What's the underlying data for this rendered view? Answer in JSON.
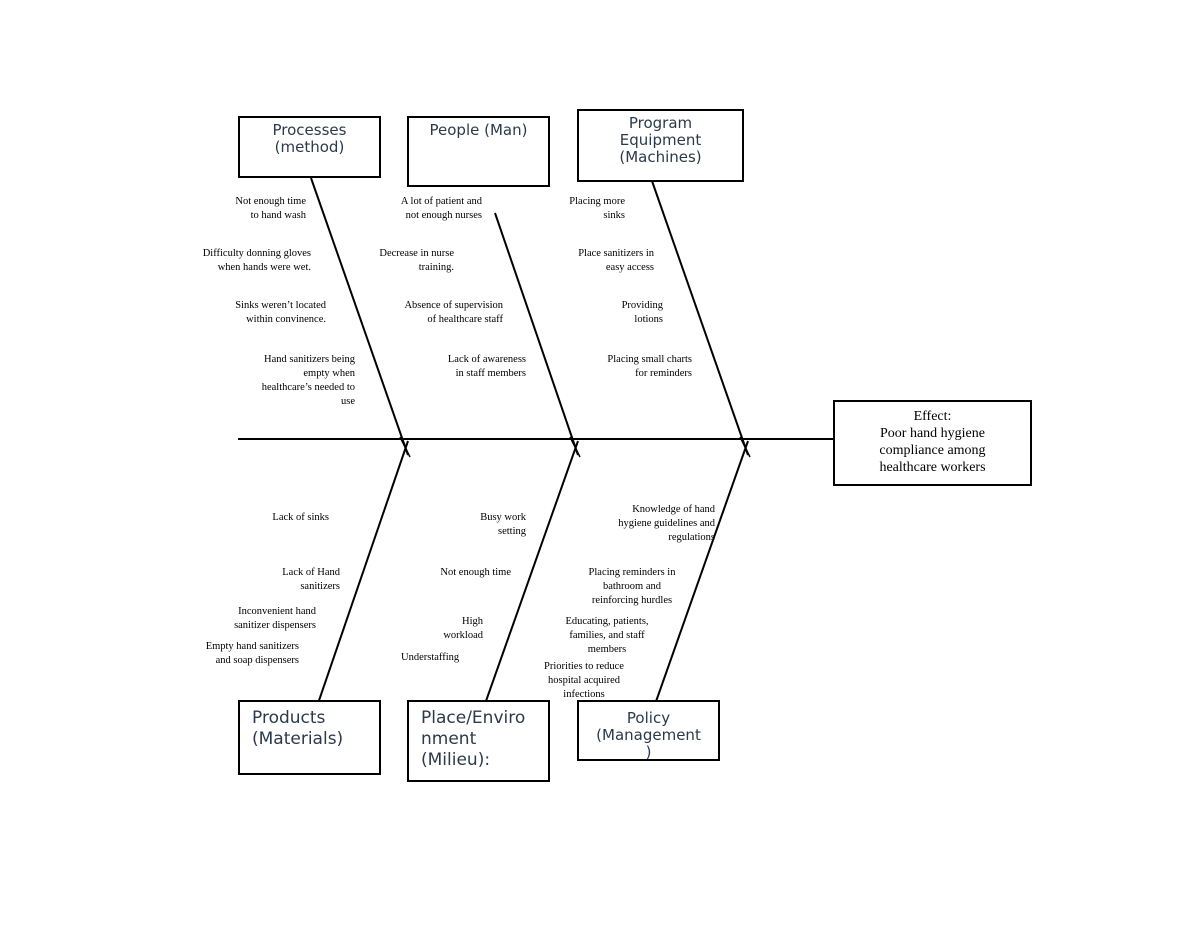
{
  "effect": {
    "lines": [
      "Effect:",
      "Poor hand hygiene",
      "compliance among",
      "healthcare workers"
    ]
  },
  "categories": {
    "processes": [
      "Processes",
      "(method)"
    ],
    "people": [
      "People (Man)"
    ],
    "program": [
      "Program",
      "Equipment",
      "(Machines)"
    ],
    "products": [
      "Products",
      "(Materials)"
    ],
    "place": [
      "Place/Enviro",
      "nment",
      "(Milieu):"
    ],
    "policy": [
      "Policy",
      "(Management",
      ")"
    ]
  },
  "causes": {
    "processes": [
      [
        "Not enough time",
        "to hand wash"
      ],
      [
        "Difficulty donning gloves",
        "when hands were wet."
      ],
      [
        "Sinks weren’t located",
        "within convinence."
      ],
      [
        "Hand sanitizers being",
        "empty when",
        "healthcare’s needed to",
        "use"
      ]
    ],
    "people": [
      [
        "A lot of patient and",
        "not enough nurses"
      ],
      [
        "Decrease in nurse",
        "training."
      ],
      [
        "Absence of supervision",
        "of healthcare staff"
      ],
      [
        "Lack of awareness",
        "in staff members"
      ]
    ],
    "program": [
      [
        "Placing more",
        "sinks"
      ],
      [
        "Place sanitizers in",
        "easy access"
      ],
      [
        "Providing",
        "lotions"
      ],
      [
        "Placing small charts",
        "for reminders"
      ]
    ],
    "products": [
      [
        "Lack of sinks"
      ],
      [
        "Lack of Hand",
        "sanitizers"
      ],
      [
        "Inconvenient hand",
        "sanitizer dispensers"
      ],
      [
        "Empty hand sanitizers",
        "and soap dispensers"
      ]
    ],
    "place": [
      [
        "Busy work",
        "setting"
      ],
      [
        "Not enough time"
      ],
      [
        "High",
        "workload"
      ],
      [
        "Understaffing"
      ]
    ],
    "policy": [
      [
        "Knowledge of hand",
        "hygiene guidelines and",
        "regulations"
      ],
      [
        "Placing reminders in",
        "bathroom and",
        "reinforcing hurdles"
      ],
      [
        "Educating, patients,",
        "families, and staff",
        "members"
      ],
      [
        "Priorities to reduce",
        "hospital acquired",
        "infections"
      ]
    ]
  }
}
